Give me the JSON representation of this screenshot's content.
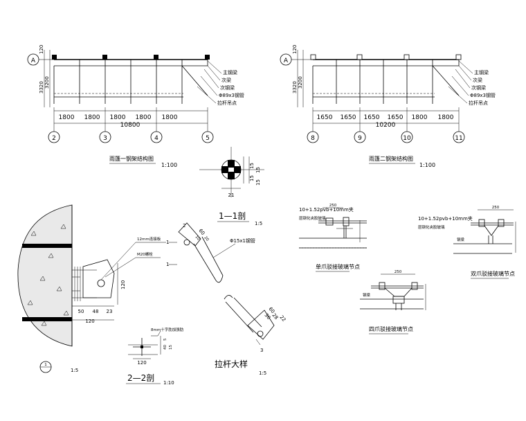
{
  "frame1": {
    "grid_letter": "A",
    "left_dims": [
      "120",
      "3320",
      "3200"
    ],
    "spans": [
      "1800",
      "1800",
      "1800",
      "1800",
      "1800"
    ],
    "total": "10800",
    "axes": [
      "2",
      "3",
      "4",
      "5"
    ],
    "legend": [
      "主钢梁",
      "次梁",
      "次钢梁",
      "Φ89x3钢管",
      "拉杆吊点"
    ],
    "title": "雨篷一钢架结构图",
    "scale": "1:100"
  },
  "frame2": {
    "grid_letter": "A",
    "left_dims": [
      "120",
      "3320",
      "3200"
    ],
    "spans": [
      "1650",
      "1650",
      "1650",
      "1650",
      "1800",
      "1800"
    ],
    "total": "10200",
    "axes": [
      "8",
      "9",
      "10",
      "11"
    ],
    "legend": [
      "主钢梁",
      "次梁",
      "次钢梁",
      "Φ89x3钢管",
      "拉杆吊点"
    ],
    "title": "雨篷二钢架结构图",
    "scale": "1:100"
  },
  "section11": {
    "dims": [
      "15",
      "15",
      "15",
      "15",
      "21"
    ],
    "title": "1—1剖",
    "scale": "1:5"
  },
  "wall_detail": {
    "labels": [
      "12mm连接板",
      "M20螺栓"
    ],
    "dims": [
      "120",
      "50",
      "48",
      "23",
      "120"
    ],
    "marker": "1",
    "scale": "1:5"
  },
  "section22": {
    "label": "8mm十字肋加强肋",
    "dims": [
      "5",
      "40",
      "15",
      "120"
    ],
    "title": "2—2剖",
    "scale": "1:10"
  },
  "rod_detail": {
    "pipe_label": "Φ15x1钢管",
    "marks": [
      "1",
      "1",
      "2",
      "3"
    ],
    "dims_top": [
      "60",
      "10",
      "20"
    ],
    "dims_bottom": [
      "60",
      "30",
      "28",
      "22"
    ],
    "title": "拉杆大样",
    "scale": "1:5"
  },
  "glass_single": {
    "spec": "10+1.52pvb+10mm夹",
    "spec2": "层钢化夹胶玻璃",
    "dim": "250",
    "title": "单爪驳接玻璃节点"
  },
  "glass_double": {
    "spec": "10+1.52pvb+10mm夹",
    "spec2": "层钢化夹胶玻璃",
    "beam": "钢梁",
    "dim": "250",
    "title": "双爪驳接玻璃节点"
  },
  "glass_four": {
    "beam": "钢梁",
    "dim": "250",
    "title": "四爪驳接玻璃节点"
  }
}
